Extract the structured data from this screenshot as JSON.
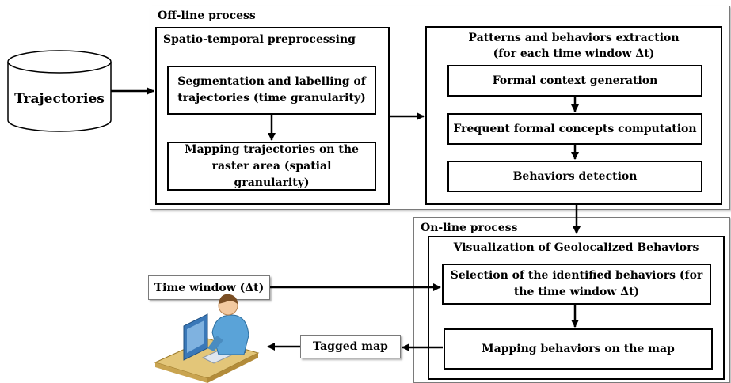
{
  "trajectories": "Trajectories",
  "offline": {
    "title": "Off-line process",
    "preproc": {
      "title": "Spatio-temporal preprocessing",
      "seg": "Segmentation and labelling of trajectories (time granularity)",
      "map": "Mapping trajectories on the raster area (spatial granularity)"
    },
    "patterns": {
      "title_line1": "Patterns and behaviors extraction",
      "title_line2": "(for each time window Δt)",
      "formal": "Formal context generation",
      "frequent": "Frequent formal concepts computation",
      "behaviors": "Behaviors detection"
    }
  },
  "online": {
    "title": "On-line process",
    "vis_title": "Visualization of Geolocalized Behaviors",
    "selection": "Selection of the identified behaviors (for the time window Δt)",
    "mapping": "Mapping behaviors on the map"
  },
  "time_window": "Time window (Δt)",
  "tagged_map": "Tagged map",
  "icons": {
    "database": "cylinder-database-icon",
    "user": "user-at-computer-icon"
  }
}
